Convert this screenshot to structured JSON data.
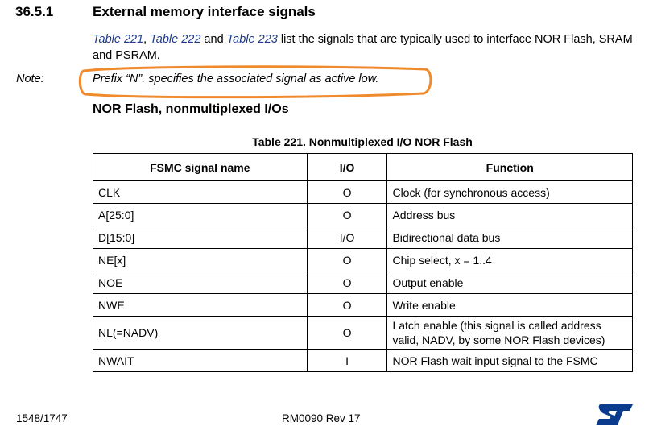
{
  "section": {
    "number": "36.5.1",
    "title": "External memory interface signals"
  },
  "intro": {
    "ref1": "Table 221",
    "sep1": ", ",
    "ref2": "Table 222",
    "sep2": " and ",
    "ref3": "Table 223",
    "text": " list the signals that are typically used to interface NOR Flash, SRAM and PSRAM."
  },
  "note": {
    "label": "Note:",
    "text": "Prefix “N”. specifies the associated signal as active low."
  },
  "subheading": "NOR Flash, nonmultiplexed I/Os",
  "table": {
    "caption": "Table 221. Nonmultiplexed I/O NOR Flash",
    "headers": [
      "FSMC signal name",
      "I/O",
      "Function"
    ],
    "rows": [
      {
        "name": "CLK",
        "io": "O",
        "function": "Clock (for synchronous access)"
      },
      {
        "name": "A[25:0]",
        "io": "O",
        "function": "Address bus"
      },
      {
        "name": "D[15:0]",
        "io": "I/O",
        "function": "Bidirectional data bus"
      },
      {
        "name": "NE[x]",
        "io": "O",
        "function": "Chip select, x = 1..4"
      },
      {
        "name": "NOE",
        "io": "O",
        "function": "Output enable"
      },
      {
        "name": "NWE",
        "io": "O",
        "function": "Write enable"
      },
      {
        "name": "NL(=NADV)",
        "io": "O",
        "function": "Latch enable (this signal is called address valid, NADV, by some NOR Flash devices)"
      },
      {
        "name": "NWAIT",
        "io": "I",
        "function": "NOR Flash wait input signal to the FSMC"
      }
    ]
  },
  "footer": {
    "page": "1548/1747",
    "doc": "RM0090 Rev 17",
    "logo_icon": "st-logo-icon"
  },
  "colors": {
    "link": "#1f3a8c",
    "highlight": "#f08a2c",
    "logo": "#0a3b8c"
  }
}
